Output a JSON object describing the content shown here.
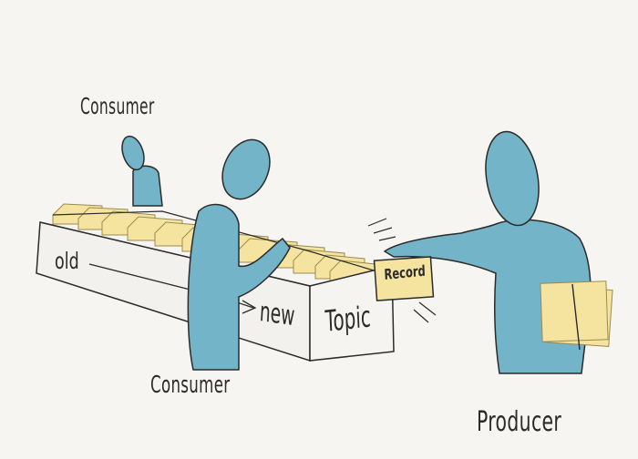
{
  "labels": {
    "consumer_top": "Consumer",
    "consumer_bottom": "Consumer",
    "producer": "Producer",
    "old": "old",
    "new": "new",
    "topic": "Topic",
    "record": "Record"
  },
  "colors": {
    "background": "#f6f5f2",
    "figure": "#73b4c8",
    "card": "#f5e4a0",
    "outline": "#2b2b2b"
  }
}
